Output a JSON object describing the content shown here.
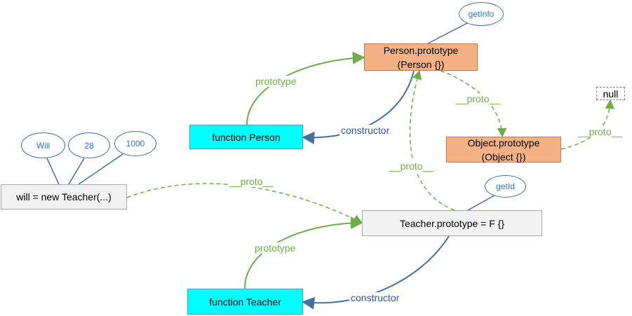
{
  "nodes": {
    "person_proto": "Person.prototype\n(Person {})",
    "object_proto": "Object.prototype\n(Object {})",
    "null_box": "null",
    "function_person": "function Person",
    "function_teacher": "function Teacher",
    "teacher_proto": "Teacher.prototype = F {}",
    "will": "will = new Teacher(...)"
  },
  "properties": {
    "get_info": "getInfo",
    "get_id": "getId",
    "will_name": "Will",
    "will_age": "28",
    "will_salary": "1000"
  },
  "edge_labels": {
    "prototype_person": "prototype",
    "constructor_person": "constructor",
    "proto_person_to_object": "__proto__",
    "proto_object_to_null": "__proto__",
    "proto_teacher_to_person": "__proto__",
    "proto_will_to_teacher": "__proto__",
    "prototype_teacher": "prototype",
    "constructor_teacher": "constructor"
  },
  "colors": {
    "cyan_fill": "#00ffff",
    "orange_fill": "#f4b183",
    "gray_fill": "#f2f2f2",
    "green_edge": "#70ad47",
    "blue_edge": "#41719c"
  }
}
